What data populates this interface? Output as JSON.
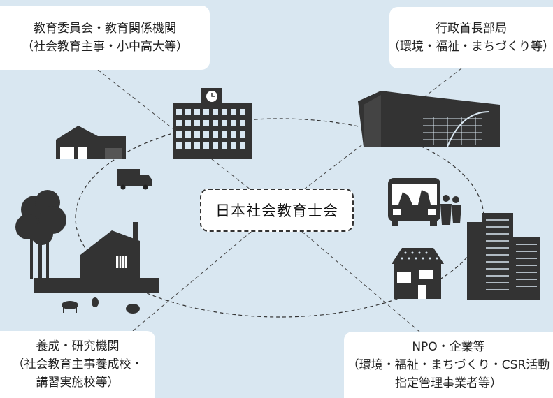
{
  "center": {
    "title": "日本社会教育士会"
  },
  "boxes": {
    "top_left": {
      "line1": "教育委員会・教育関係機関",
      "line2": "（社会教育主事・小中高大等）"
    },
    "top_right": {
      "line1": "行政首長部局",
      "line2": "（環境・福祉・まちづくり等）"
    },
    "bottom_left": {
      "line1": "養成・研究機関",
      "line2": "（社会教育主事養成校・",
      "line3": "講習実施校等）"
    },
    "bottom_right": {
      "line1": "NPO・企業等",
      "line2": "（環境・福祉・まちづくり・CSR活動",
      "line3": "指定管理事業者等）"
    }
  },
  "icons": [
    "school-icon",
    "clock-icon",
    "government-building-icon",
    "house-icon",
    "truck-icon",
    "farm-house-icon",
    "tree-icon",
    "cow-icon",
    "bus-icon",
    "people-icon",
    "shop-icon",
    "office-building-icon"
  ],
  "colors": {
    "background": "#d9e7f1",
    "silhouette": "#333333",
    "box": "#ffffff"
  }
}
